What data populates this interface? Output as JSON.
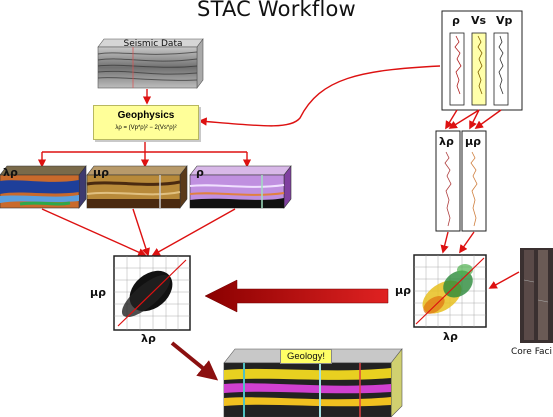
{
  "title": "STAC Workflow",
  "seismic_label": "Seismic Data",
  "geophysics": {
    "title": "Geophysics",
    "formula": "λρ = (Vp*ρ)² − 2(Vs*ρ)²"
  },
  "volumes": {
    "lambda_rho": "λρ",
    "mu_rho": "μρ",
    "rho": "ρ"
  },
  "well_logs": {
    "rho": "ρ",
    "vs": "Vs",
    "vp": "Vp"
  },
  "derived_logs": {
    "lambda_rho": "λρ",
    "mu_rho": "μρ"
  },
  "crossplot_left": {
    "ylabel": "μρ",
    "xlabel": "λρ"
  },
  "crossplot_right": {
    "ylabel": "μρ",
    "xlabel": "λρ"
  },
  "core_label": "Core Faci",
  "geology_label": "Geology!",
  "colors": {
    "arrow": "#dd1111",
    "big_arrow": "#8b0000",
    "box_fill": "#ffff99"
  }
}
